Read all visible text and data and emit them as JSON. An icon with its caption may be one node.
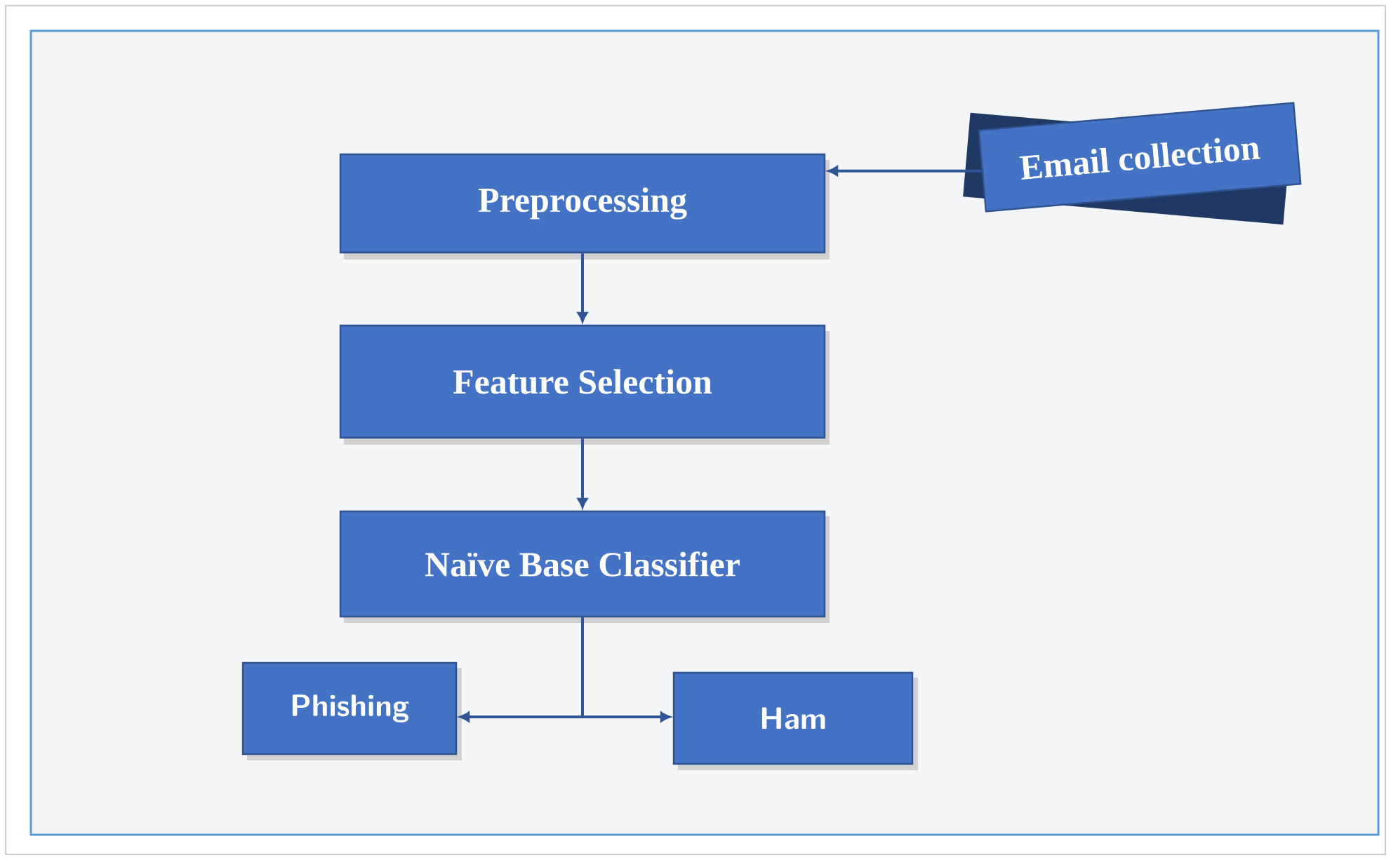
{
  "diagram": {
    "nodes": [
      {
        "text": [
          "Email collection"
        ]
      },
      {
        "text": [
          "Preprocessing"
        ]
      },
      {
        "text": [
          "Feature Selection"
        ]
      },
      {
        "text": [
          "Naïve Base Classifier"
        ]
      },
      {
        "text": [
          "Phishing"
        ]
      },
      {
        "text": [
          "Ham"
        ]
      }
    ],
    "edges": [
      {
        "from": 0,
        "to": 1,
        "arrow": "to"
      },
      {
        "from": 1,
        "to": 2,
        "arrow": "to"
      },
      {
        "from": 2,
        "to": 3,
        "arrow": "to"
      },
      {
        "from": 3,
        "to": 4,
        "arrow": "to"
      },
      {
        "from": 3,
        "to": 5,
        "arrow": "to"
      }
    ]
  }
}
